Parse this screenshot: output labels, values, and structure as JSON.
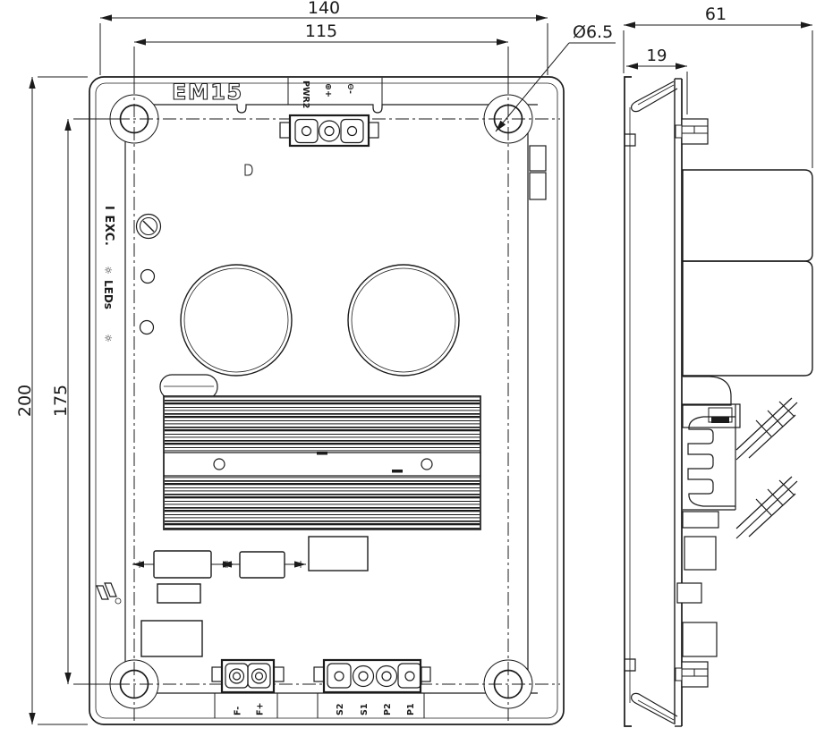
{
  "drawing": {
    "dimensions": {
      "front_width_overall": "140",
      "front_width_mounting": "115",
      "mounting_hole_diameter": "Ø6.5",
      "side_depth_overall": "61",
      "side_depth_front": "19",
      "front_height_overall": "200",
      "front_height_mounting": "175"
    },
    "front_view": {
      "model_label": "EM15",
      "excitation_current_label": "I EXC.",
      "led_label": "LEDs",
      "led_sun_icon": "☼",
      "top_connector_labels": [
        "PWR2",
        "⊕+",
        "⊖-"
      ],
      "bottom_connector2_labels": [
        "F-",
        "F+"
      ],
      "bottom_connector4_labels": [
        "S2",
        "S1",
        "P2",
        "P1"
      ]
    }
  }
}
